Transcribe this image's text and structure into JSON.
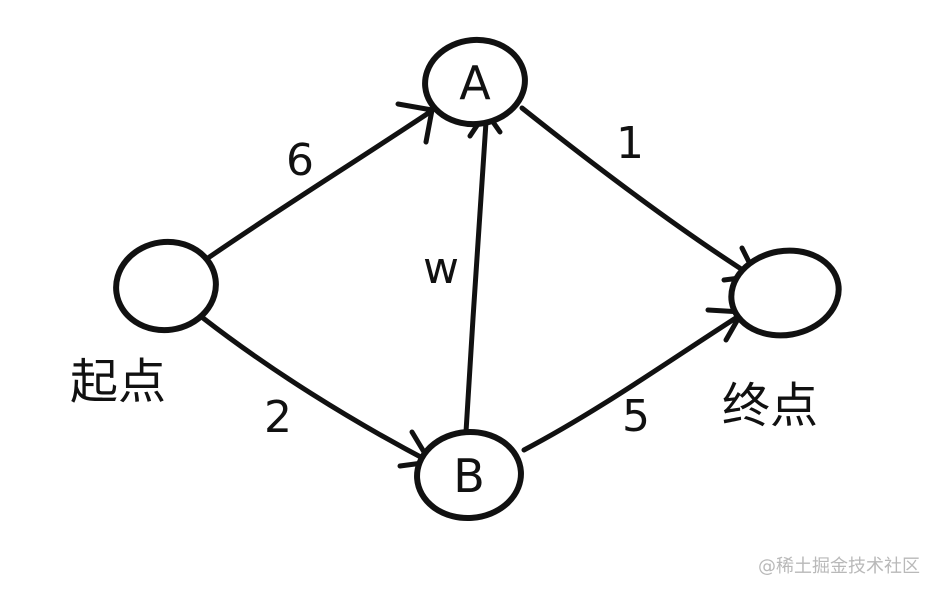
{
  "nodes": {
    "start": {
      "label": ""
    },
    "a": {
      "label": "A"
    },
    "b": {
      "label": "B"
    },
    "end": {
      "label": ""
    }
  },
  "captions": {
    "start": "起点",
    "end": "终点"
  },
  "edges": [
    {
      "from": "start",
      "to": "A",
      "weight": "6"
    },
    {
      "from": "start",
      "to": "B",
      "weight": "2"
    },
    {
      "from": "B",
      "to": "A",
      "weight": "w"
    },
    {
      "from": "A",
      "to": "end",
      "weight": "1"
    },
    {
      "from": "B",
      "to": "end",
      "weight": "5"
    }
  ],
  "watermark": "@稀土掘金技术社区"
}
